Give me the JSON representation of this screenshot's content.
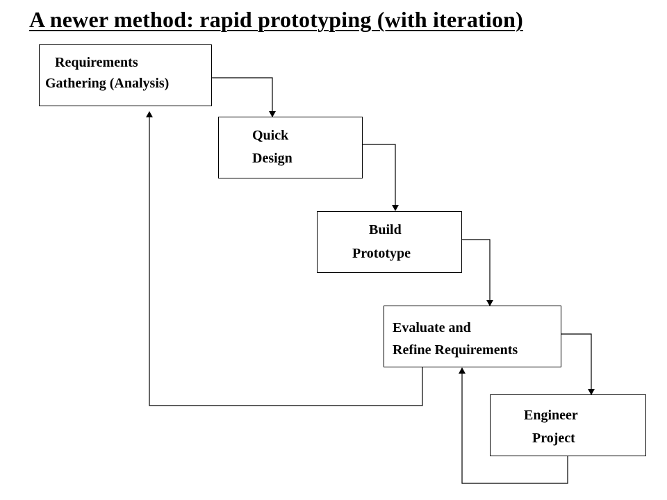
{
  "title": "A newer method: rapid prototyping (with iteration)",
  "steps": [
    {
      "id": "requirements",
      "line1": "Requirements",
      "line2": "Gathering (Analysis)"
    },
    {
      "id": "quick-design",
      "line1": "Quick",
      "line2": "Design"
    },
    {
      "id": "build-prototype",
      "line1": "Build",
      "line2": "Prototype"
    },
    {
      "id": "evaluate",
      "line1": "Evaluate and",
      "line2": "Refine Requirements"
    },
    {
      "id": "engineer",
      "line1": "Engineer",
      "line2": "Project"
    }
  ],
  "colors": {
    "line": "#000000",
    "background": "#ffffff"
  }
}
